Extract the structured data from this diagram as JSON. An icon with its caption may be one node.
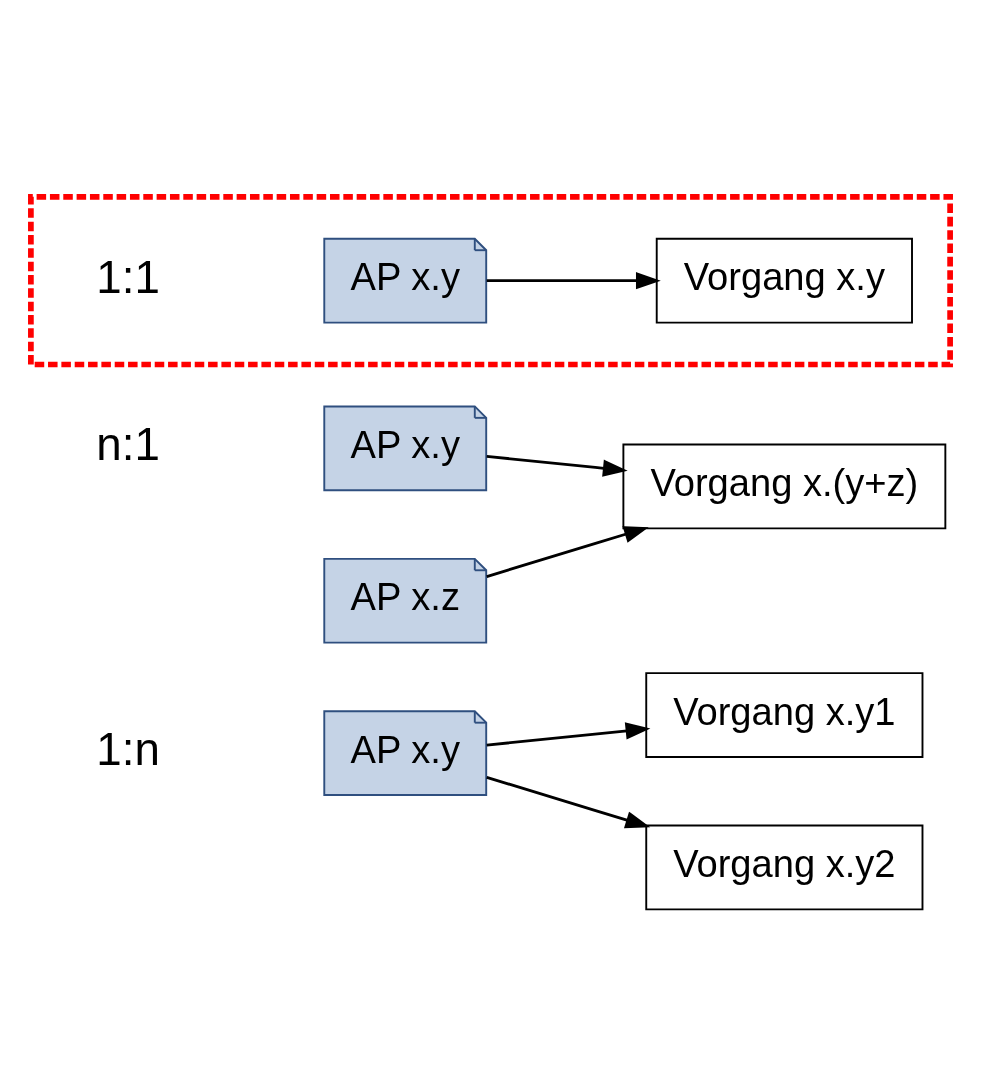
{
  "diagram": {
    "nodes": [
      {
        "text": [],
        "shape": "box"
      },
      {
        "text": [
          "AP x.y"
        ],
        "in": 0
      },
      {
        "text": [
          "Vorgang x.y"
        ],
        "in": 0
      },
      {
        "text": [
          "AP x.y"
        ]
      },
      {
        "text": [
          "Vorgang x.y1"
        ]
      },
      {
        "text": [
          "Vorgang x.y2"
        ]
      },
      {
        "text": [
          "AP x.y"
        ]
      },
      {
        "text": [
          "AP x.z"
        ]
      },
      {
        "text": [
          "Vorgang x.(y+z)"
        ]
      }
    ],
    "edges": [
      {
        "from": 1,
        "to": 2,
        "arrow": "to"
      },
      {
        "from": 3,
        "to": 4,
        "arrow": "to"
      },
      {
        "from": 3,
        "to": 5,
        "arrow": "to"
      },
      {
        "from": 6,
        "to": 8,
        "arrow": "to"
      },
      {
        "from": 7,
        "to": 8,
        "arrow": "to"
      }
    ],
    "labels": [
      "1:1",
      "1:n",
      "n:1"
    ]
  }
}
